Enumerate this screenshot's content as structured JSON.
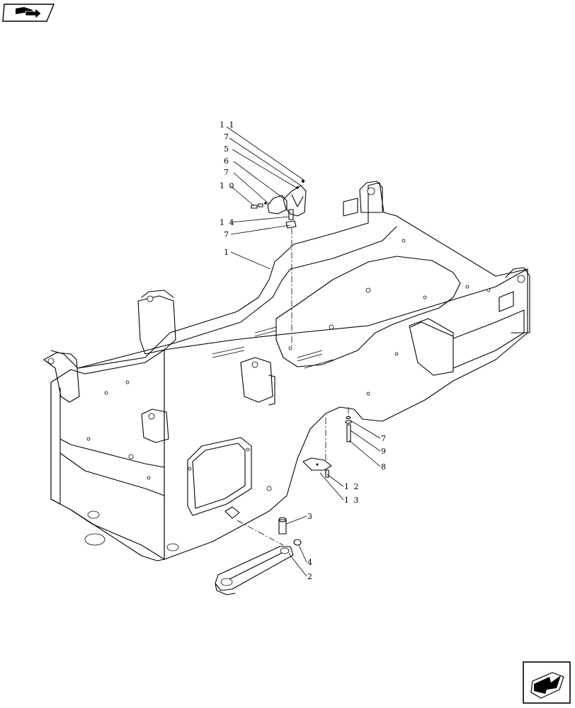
{
  "diagram": {
    "callouts": [
      {
        "id": "c11a",
        "label": "1 1"
      },
      {
        "id": "c7a",
        "label": "7"
      },
      {
        "id": "c5",
        "label": "5"
      },
      {
        "id": "c6",
        "label": "6"
      },
      {
        "id": "c7b",
        "label": "7"
      },
      {
        "id": "c10",
        "label": "1 0"
      },
      {
        "id": "c14",
        "label": "1 4"
      },
      {
        "id": "c7c",
        "label": "7"
      },
      {
        "id": "c1",
        "label": "1"
      },
      {
        "id": "c7d",
        "label": "7"
      },
      {
        "id": "c9",
        "label": "9"
      },
      {
        "id": "c8",
        "label": "8"
      },
      {
        "id": "c12",
        "label": "1 2"
      },
      {
        "id": "c13",
        "label": "1 3"
      },
      {
        "id": "c3",
        "label": "3"
      },
      {
        "id": "c4",
        "label": "4"
      },
      {
        "id": "c2",
        "label": "2"
      }
    ]
  },
  "nav": {
    "top_left_icon": "book-arrow-icon",
    "bottom_right_icon": "next-page-arrow-icon"
  }
}
